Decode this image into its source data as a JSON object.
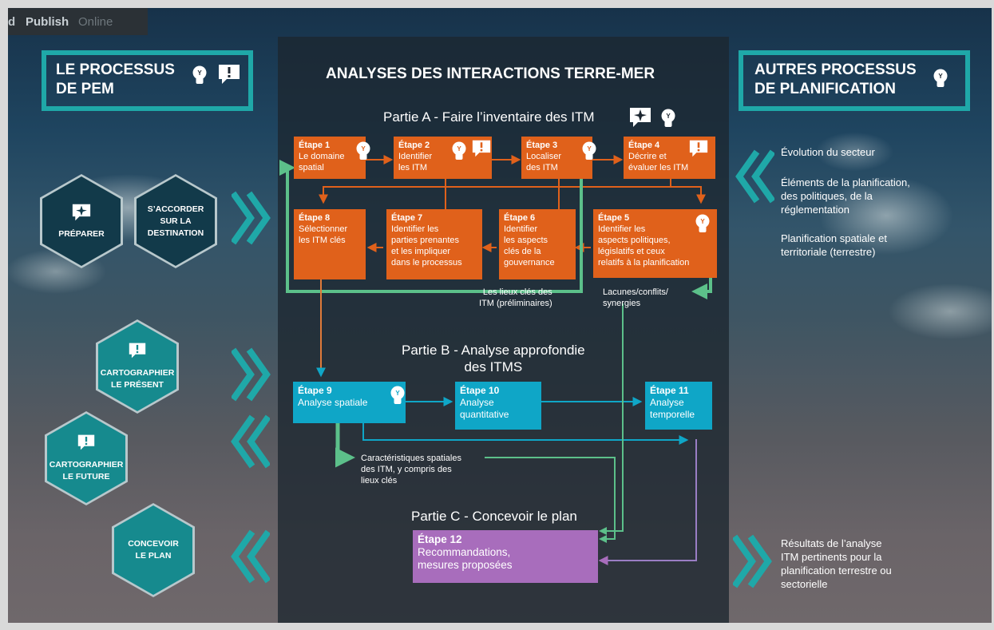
{
  "topbar": {
    "letter": "d",
    "publish": "Publish",
    "online": "Online"
  },
  "left_title": "LE PROCESSUS\nDE PEM",
  "center_title": "ANALYSES DES INTERACTIONS TERRE-MER",
  "right_title": "AUTRES PROCESSUS\nDE PLANIFICATION",
  "partA": "Partie A - Faire l’inventaire des ITM",
  "partB": "Partie B - Analyse approfondie\ndes ITMS",
  "partC": "Partie C - Concevoir le plan",
  "steps": {
    "s1": {
      "label": "Étape 1",
      "text": "Le domaine\nspatial"
    },
    "s2": {
      "label": "Étape 2",
      "text": "Identifier\nles ITM"
    },
    "s3": {
      "label": "Étape 3",
      "text": "Localiser\ndes ITM"
    },
    "s4": {
      "label": "Étape 4",
      "text": "Décrire et\névaluer les ITM"
    },
    "s5": {
      "label": "Étape 5",
      "text": "Identifier les\naspects politiques,\nlégislatifs et ceux\nrelatifs à la planification"
    },
    "s6": {
      "label": "Étape 6",
      "text": "Identifier\nles aspects\nclés de la\ngouvernance"
    },
    "s7": {
      "label": "Étape 7",
      "text": "Identifier les\nparties prenantes\net les impliquer\ndans le processus"
    },
    "s8": {
      "label": "Étape 8",
      "text": "Sélectionner\nles ITM clés"
    },
    "s9": {
      "label": "Étape 9",
      "text": "Analyse spatiale"
    },
    "s10": {
      "label": "Étape 10",
      "text": "Analyse\nquantitative"
    },
    "s11": {
      "label": "Étape 11",
      "text": "Analyse\ntemporelle"
    },
    "s12": {
      "label": "Étape 12",
      "text": "Recommandations,\nmesures proposées"
    }
  },
  "notes": {
    "lieux": "Les lieux clés des\nITM (préliminaires)",
    "lacunes": "Lacunes/conflits/\nsynergies",
    "carac": "Caractéristiques spatiales\ndes ITM, y compris des\nlieux clés"
  },
  "hexes": {
    "preparer": "PRÉPARER",
    "accorder": "S’ACCORDER\nSUR LA\nDESTINATION",
    "present": "CARTOGRAPHIER\nLE PRÉSENT",
    "future": "CARTOGRAPHIER\nLE FUTURE",
    "concevoir": "CONCEVOIR\nLE PLAN"
  },
  "right_items": {
    "evolution": "Évolution du secteur",
    "elements": "Éléments de la planification,\ndes politiques, de la\nréglementation",
    "planif": "Planification spatiale et\nterritoriale (terrestre)",
    "resultats": "Résultats de l’analyse\nITM pertinents pour la\nplanification terrestre ou\nsectorielle"
  },
  "colors": {
    "teal": "#1fa8a8",
    "orange": "#e0611b",
    "blue": "#0fa6c7",
    "purple": "#a86dbc",
    "green": "#5cc08a",
    "panel": "#1c2630",
    "hexdark": "#123a4a"
  },
  "icons": [
    "bulb-icon",
    "chat-alert-icon",
    "sparkle-chat-icon",
    "chevron-double-right-icon",
    "chevron-double-left-icon"
  ]
}
